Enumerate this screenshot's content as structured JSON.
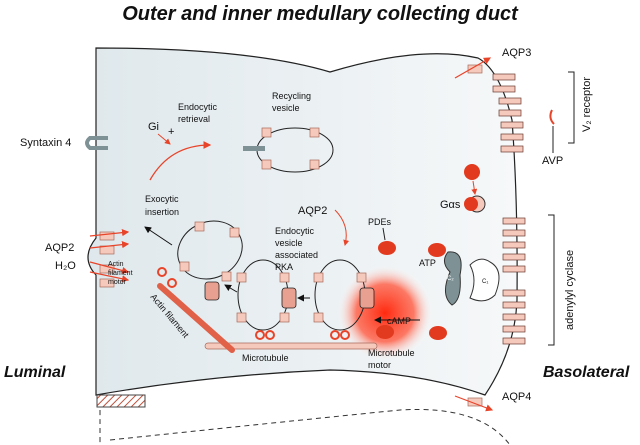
{
  "title": "Outer and inner medullary collecting duct",
  "sides": {
    "luminal": "Luminal",
    "basolateral": "Basolateral"
  },
  "labels": {
    "syntaxin": "Syntaxin 4",
    "gi": "Gi",
    "plus": "+",
    "endocytic_retrieval": [
      "Endocytic",
      "retrieval"
    ],
    "recycling_vesicle": [
      "Recycling",
      "vesicle"
    ],
    "aqp2_vesicle": "AQP2",
    "exocytic_insertion": [
      "Exocytic",
      "insertion"
    ],
    "aqp2": "AQP2",
    "h2o": "H₂O",
    "actin_motor": [
      "Actin",
      "filament",
      "motor"
    ],
    "actin_filament": "Actin filament",
    "endocytic_pka": [
      "Endocytic",
      "vesicle",
      "associated",
      "PKA"
    ],
    "pdes": "PDEs",
    "atp": "ATP",
    "camp": "cAMP",
    "microtubule": "Microtubule",
    "microtubule_motor": [
      "Microtubule",
      "motor"
    ],
    "aqp3": "AQP3",
    "aqp4": "AQP4",
    "avp": "AVP",
    "v2_receptor": "V₂ receptor",
    "gas": "Gαs",
    "adenylyl_cyclase": "adenylyl cyclase",
    "c1": "C₁",
    "c2": "C₂"
  },
  "colors": {
    "accent": "#e8442a",
    "channel": "#f6c9bd",
    "cell": "#e8eef1",
    "gray": "#7e9296"
  }
}
